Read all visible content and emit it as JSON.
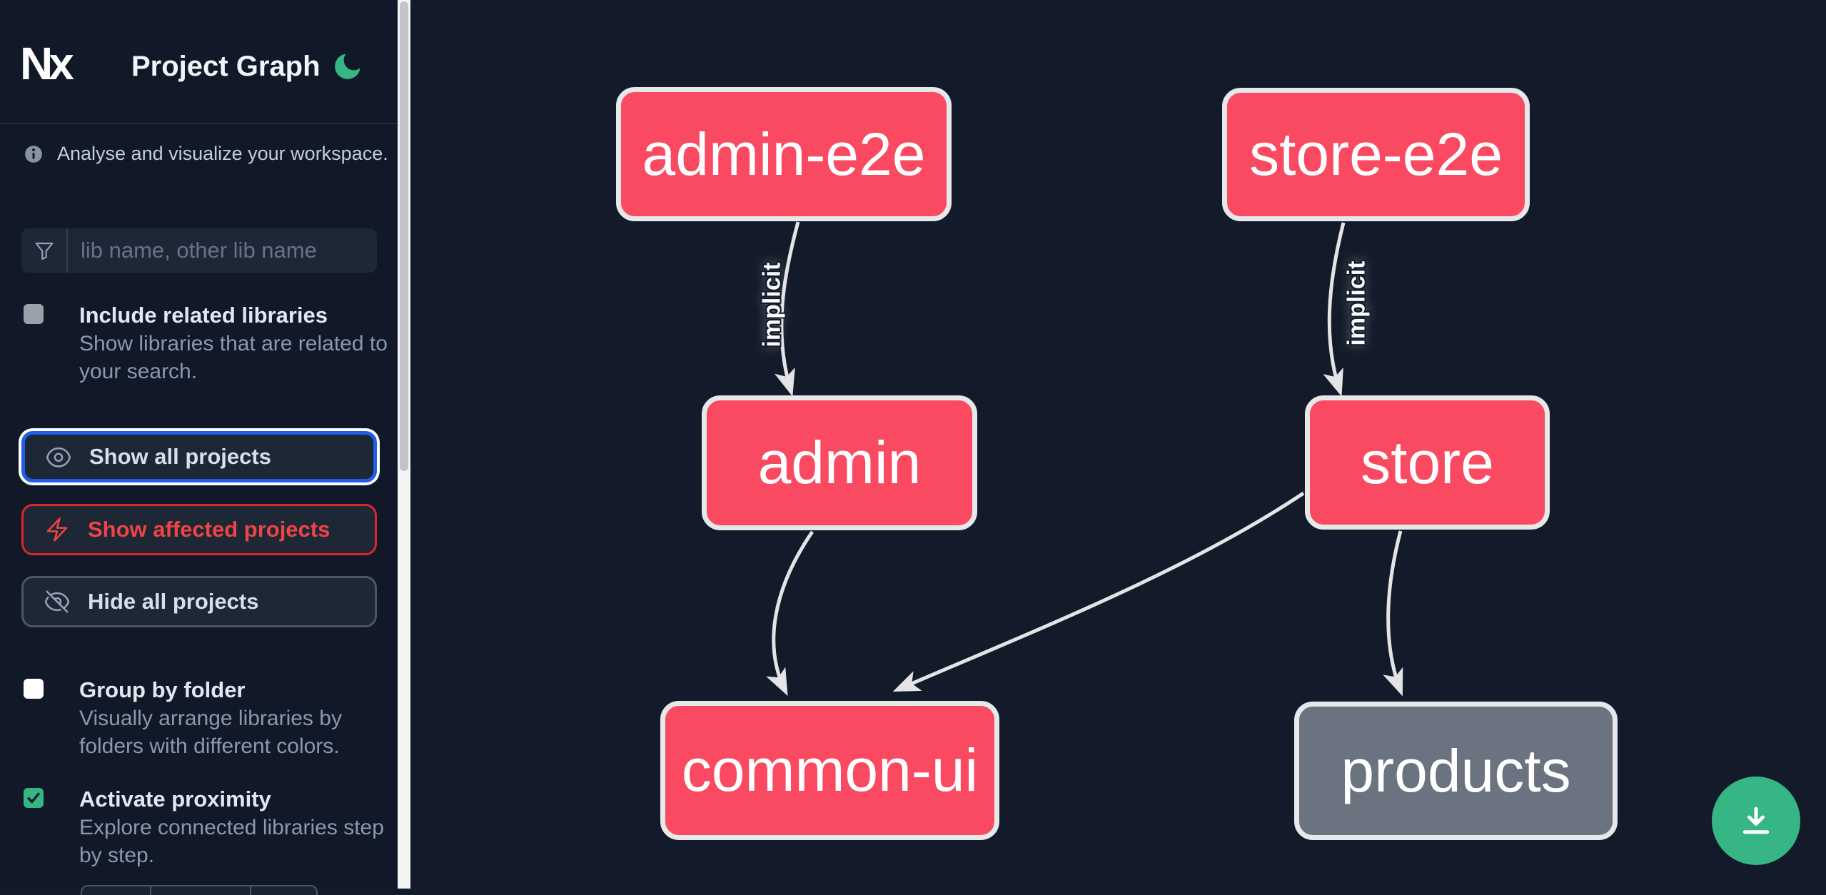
{
  "header": {
    "logo_text": "Nx",
    "title": "Project Graph"
  },
  "info": {
    "text": "Analyse and visualize your workspace."
  },
  "search": {
    "placeholder": "lib name, other lib name",
    "value": ""
  },
  "options": [
    {
      "label": "Include related libraries",
      "description": "Show libraries that are related to your search.",
      "checked": false
    },
    {
      "label": "Group by folder",
      "description": "Visually arrange libraries by folders with different colors.",
      "checked": false
    },
    {
      "label": "Activate proximity",
      "description": "Explore connected libraries step by step.",
      "checked": true
    }
  ],
  "actions": [
    {
      "label": "Show all projects",
      "icon": "eye-icon",
      "state": "focused"
    },
    {
      "label": "Show affected projects",
      "icon": "bolt-icon",
      "state": "default"
    },
    {
      "label": "Hide all projects",
      "icon": "eye-slash-icon",
      "state": "default"
    }
  ],
  "graph": {
    "nodes": [
      {
        "id": "admin-e2e",
        "label": "admin-e2e",
        "color": "#fa4a62"
      },
      {
        "id": "store-e2e",
        "label": "store-e2e",
        "color": "#fa4a62"
      },
      {
        "id": "admin",
        "label": "admin",
        "color": "#fa4a62"
      },
      {
        "id": "store",
        "label": "store",
        "color": "#fa4a62"
      },
      {
        "id": "common-ui",
        "label": "common-ui",
        "color": "#fa4a62"
      },
      {
        "id": "products",
        "label": "products",
        "color": "#6b7280"
      }
    ],
    "edges": [
      {
        "from": "admin-e2e",
        "to": "admin",
        "label": "implicit"
      },
      {
        "from": "store-e2e",
        "to": "store",
        "label": "implicit"
      },
      {
        "from": "admin",
        "to": "common-ui",
        "label": ""
      },
      {
        "from": "store",
        "to": "common-ui",
        "label": ""
      },
      {
        "from": "store",
        "to": "products",
        "label": ""
      }
    ]
  },
  "fab": {
    "icon": "download-icon"
  },
  "colors": {
    "sidebar_bg": "#111928",
    "canvas_bg": "#131b2a",
    "node_pink": "#fa4a62",
    "node_gray": "#6b7280",
    "node_border": "#e7e8ea",
    "edge": "#e4e4e7",
    "accent_blue": "#1f5eea",
    "accent_red": "#dc2626",
    "accent_green": "#35b684"
  }
}
